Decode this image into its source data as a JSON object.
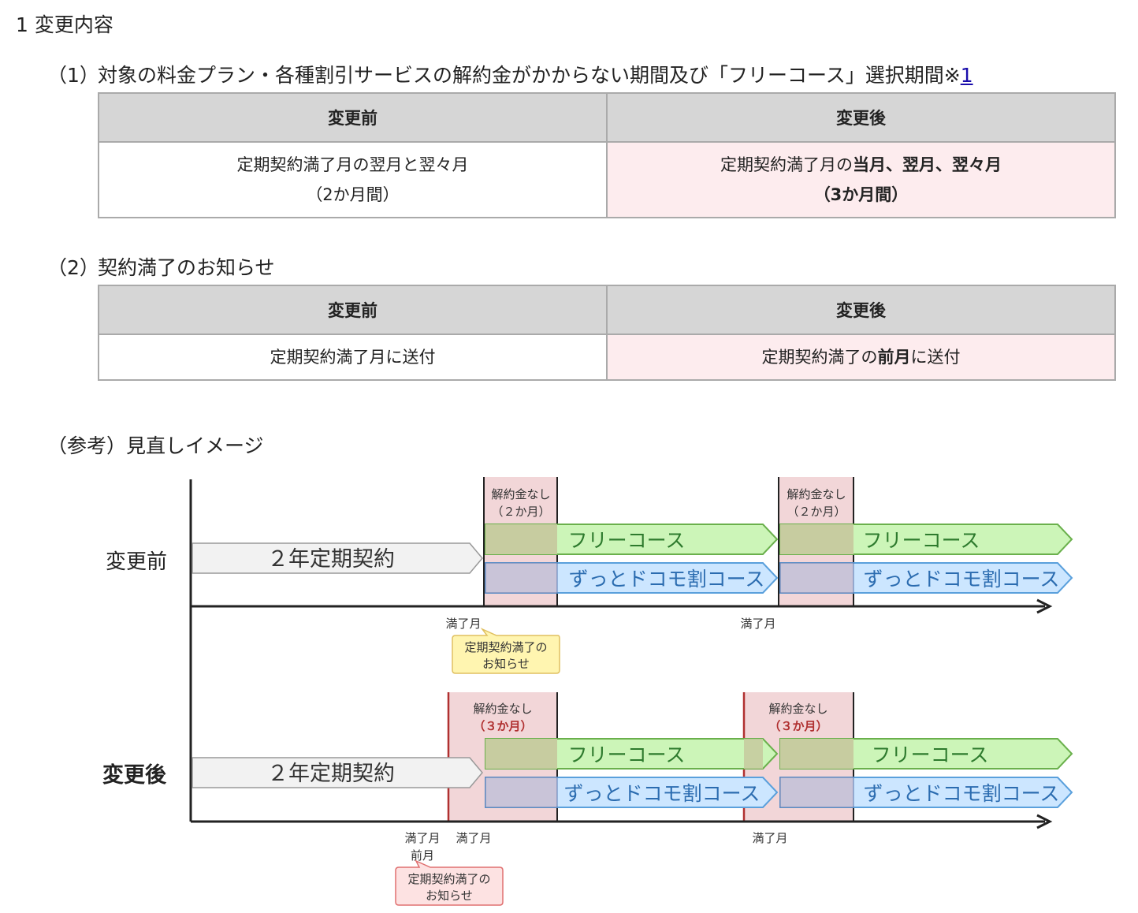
{
  "section_title": "1 変更内容",
  "item1": {
    "num": "（1）",
    "title": "対象の料金プラン・各種割引サービスの解約金がかからない期間及び「フリーコース」選択期間※",
    "note": "1",
    "header_before": "変更前",
    "header_after": "変更後",
    "before_line1": "定期契約満了月の翌月と翌々月",
    "before_line2": "（2か月間）",
    "after_line1_plain": "定期契約満了月の",
    "after_line1_bold": "当月、翌月、翌々月",
    "after_line2": "（3か月間）"
  },
  "item2": {
    "num": "（2）",
    "title": "契約満了のお知らせ",
    "header_before": "変更前",
    "header_after": "変更後",
    "before": "定期契約満了月に送付",
    "after_pre": "定期契約満了の",
    "after_bold": "前月",
    "after_post": "に送付"
  },
  "reference": {
    "title": "（参考）見直しイメージ"
  },
  "diagram": {
    "before_label": "変更前",
    "after_label": "変更後",
    "contract": "２年定期契約",
    "free_course": "フリーコース",
    "zutto_course": "ずっとドコモ割コース",
    "nofee_line1": "解約金なし",
    "nofee_2m": "（２か月）",
    "nofee_3m": "（３か月）",
    "expiry": "満了月",
    "prev_month": "前月",
    "notice_line1": "定期契約満了の",
    "notice_line2": "お知らせ",
    "colors": {
      "green": "#ccf5b8",
      "green_border": "#6ab04c",
      "blue": "#cce6ff",
      "blue_border": "#5aa0dc",
      "pink": "#f2d6d8",
      "red": "#b03030",
      "notice_yellow": "#fff5b0",
      "notice_pink": "#fde2e2"
    }
  }
}
